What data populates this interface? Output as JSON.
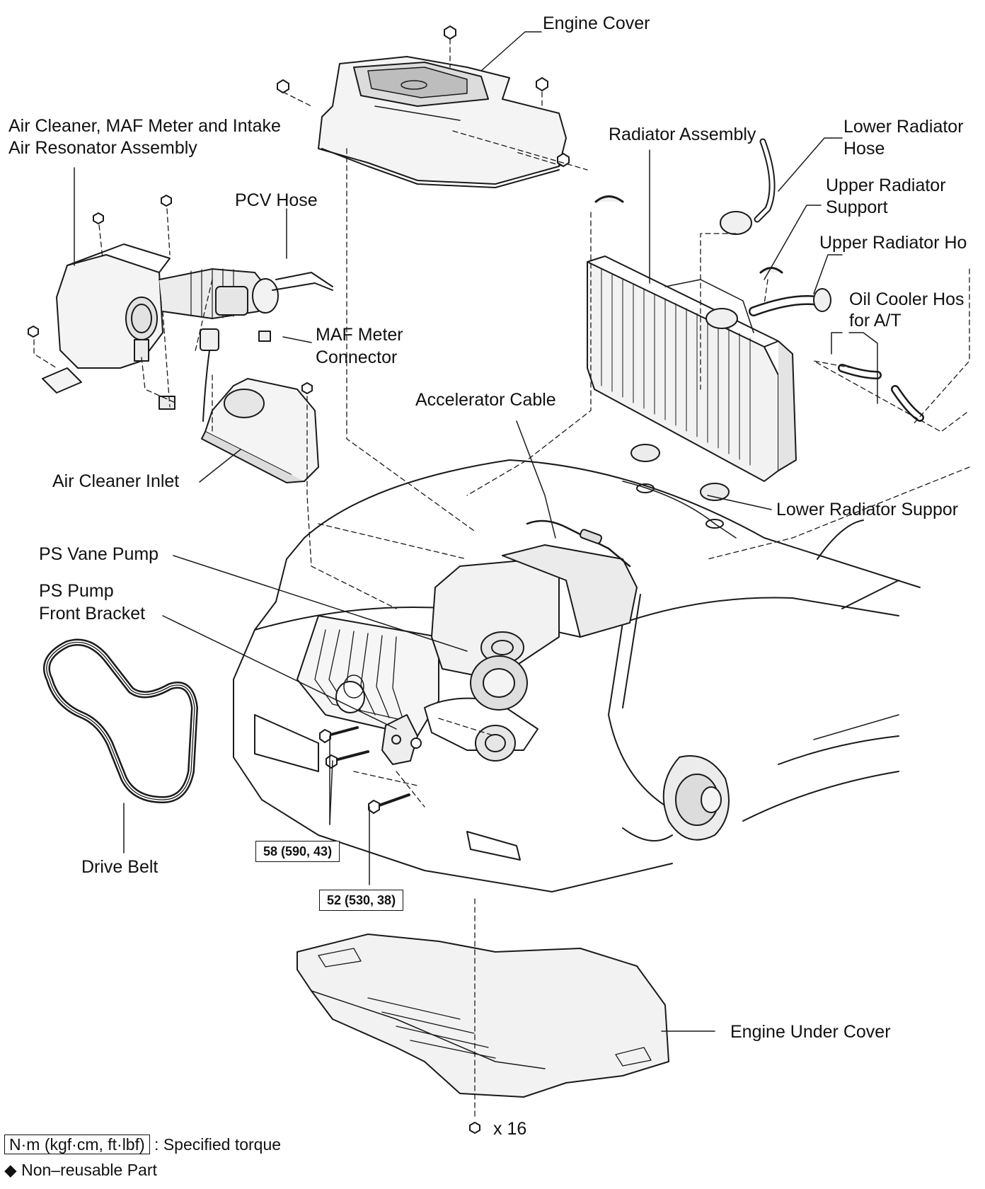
{
  "labels": {
    "engine_cover": "Engine Cover",
    "air_cleaner_line1": "Air Cleaner, MAF Meter and Intake",
    "air_cleaner_line2": "Air Resonator Assembly",
    "pcv_hose": "PCV Hose",
    "radiator_assembly": "Radiator Assembly",
    "lower_radiator_hose_line1": "Lower Radiator",
    "lower_radiator_hose_line2": "Hose",
    "upper_radiator_support_line1": "Upper Radiator",
    "upper_radiator_support_line2": "Support",
    "upper_radiator_hose": "Upper Radiator Ho",
    "oil_cooler_hose_line1": "Oil Cooler Hos",
    "oil_cooler_hose_line2": "for A/T",
    "maf_meter_connector_line1": "MAF Meter",
    "maf_meter_connector_line2": "Connector",
    "accelerator_cable": "Accelerator Cable",
    "air_cleaner_inlet": "Air Cleaner Inlet",
    "lower_radiator_support": "Lower Radiator Suppor",
    "ps_vane_pump": "PS Vane Pump",
    "ps_pump_bracket_line1": "PS Pump",
    "ps_pump_bracket_line2": "Front Bracket",
    "drive_belt": "Drive Belt",
    "engine_under_cover": "Engine Under Cover",
    "bolt_count": "x 16"
  },
  "torque": {
    "bracket_bolts": "58 (590, 43)",
    "lower_bolt": "52 (530, 38)"
  },
  "legend": {
    "torque_unit": "N·m (kgf·cm, ft·lbf)",
    "torque_desc": ": Specified torque",
    "nonreusable_symbol": "◆",
    "nonreusable_desc": "Non–reusable Part"
  }
}
